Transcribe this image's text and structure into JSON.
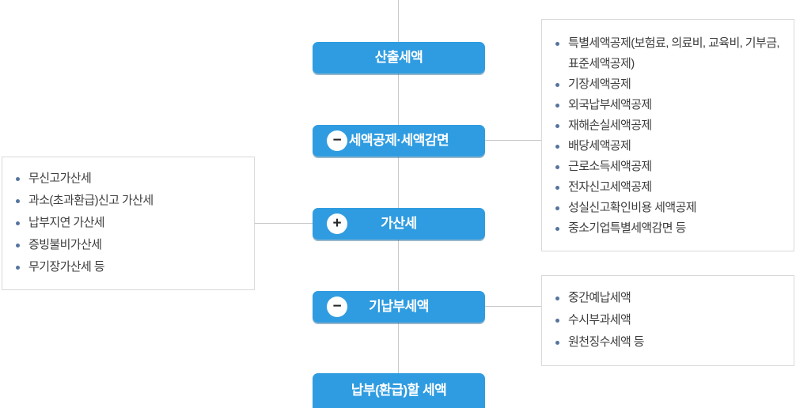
{
  "diagram_title": "tax-calculation-flow",
  "colors": {
    "box_blue": "#2f9ce1",
    "box_label_text": "#ffffff",
    "connector_line": "#c9c9c9",
    "panel_border": "#d9d9d9",
    "list_text": "#3d3d3d",
    "bullet": "#54749e"
  },
  "flow": {
    "boxes": [
      {
        "label": "산출세액",
        "operator": "none",
        "operator_symbol": ""
      },
      {
        "label": "세액공제·세액감면",
        "operator": "minus",
        "operator_symbol": "−"
      },
      {
        "label": "가산세",
        "operator": "plus",
        "operator_symbol": "+"
      },
      {
        "label": "기납부세액",
        "operator": "minus",
        "operator_symbol": "−"
      },
      {
        "label": "납부(환급)할 세액",
        "operator": "none",
        "operator_symbol": ""
      }
    ]
  },
  "panels": {
    "tax_credit_list": {
      "linked_box": "세액공제·세액감면",
      "items": [
        "특별세액공제(보험료, 의료비, 교육비, 기부금, 표준세액공제)",
        "기장세액공제",
        "외국납부세액공제",
        "재해손실세액공제",
        "배당세액공제",
        "근로소득세액공제",
        "전자신고세액공제",
        "성실신고확인비용 세액공제",
        "중소기업특별세액감면 등"
      ]
    },
    "penalty_list": {
      "linked_box": "가산세",
      "items": [
        "무신고가산세",
        "과소(초과환급)신고 가산세",
        "납부지연 가산세",
        "증빙불비가산세",
        "무기장가산세 등"
      ]
    },
    "prepaid_list": {
      "linked_box": "기납부세액",
      "items": [
        "중간예납세액",
        "수시부과세액",
        "원천징수세액 등"
      ]
    }
  }
}
